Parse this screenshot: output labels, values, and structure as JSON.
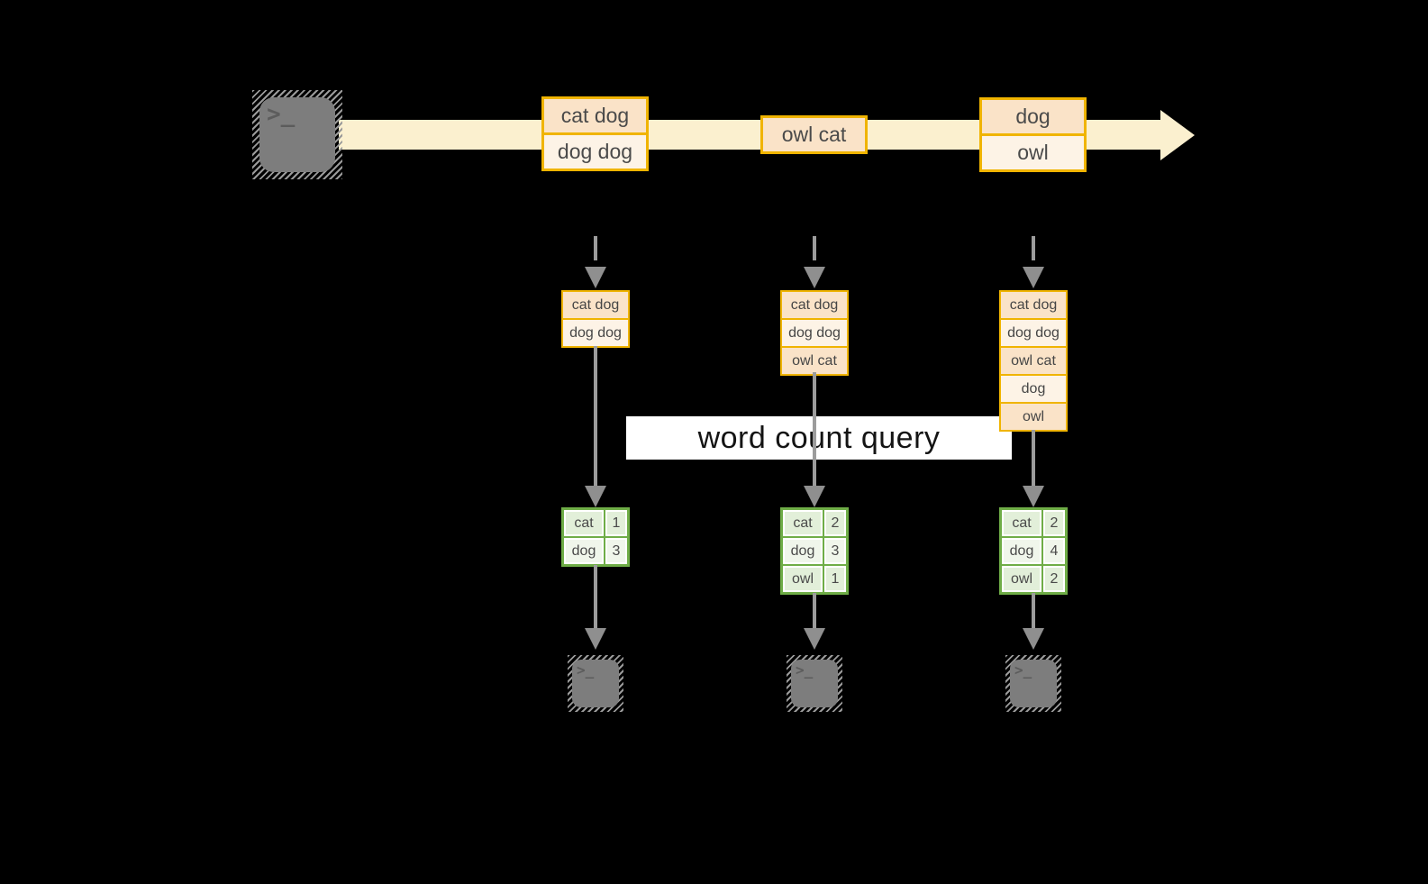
{
  "query_label": "word count query",
  "terminal_prompt": ">_",
  "colors": {
    "background": "#000000",
    "stream_band": "#fbf0cf",
    "record_border": "#f0b400",
    "record_fill_dark": "#fae3c8",
    "record_fill_light": "#fdf3e6",
    "table_border": "#6fad47",
    "table_cell_green": "#e2efd9",
    "table_cell_light": "#f0f6eb",
    "arrow_gray": "#9c9c9c",
    "terminal_gray": "#7d7d7d",
    "query_label_bg": "#ffffff"
  },
  "stream": {
    "batch1": [
      "cat dog",
      "dog dog"
    ],
    "batch2": [
      "owl cat"
    ],
    "batch3": [
      "dog",
      "owl"
    ]
  },
  "partitions": [
    {
      "buffer": [
        "cat dog",
        "dog dog"
      ],
      "counts": [
        [
          "cat",
          "1"
        ],
        [
          "dog",
          "3"
        ]
      ]
    },
    {
      "buffer": [
        "cat dog",
        "dog dog",
        "owl cat"
      ],
      "counts": [
        [
          "cat",
          "2"
        ],
        [
          "dog",
          "3"
        ],
        [
          "owl",
          "1"
        ]
      ]
    },
    {
      "buffer": [
        "cat dog",
        "dog dog",
        "owl cat",
        "dog",
        "owl"
      ],
      "counts": [
        [
          "cat",
          "2"
        ],
        [
          "dog",
          "4"
        ],
        [
          "owl",
          "2"
        ]
      ]
    }
  ]
}
